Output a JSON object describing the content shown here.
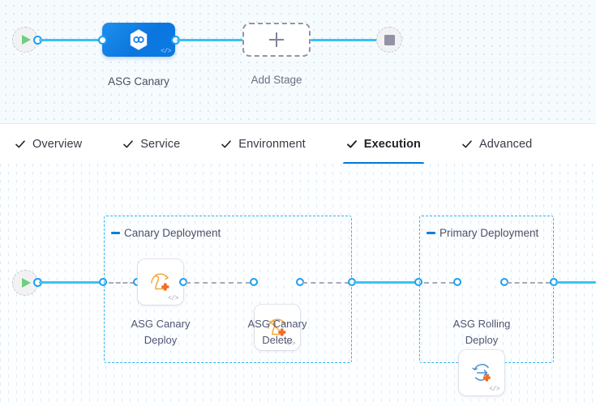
{
  "colors": {
    "accent_blue": "#0278d5",
    "link_blue": "#39c2f3",
    "dot_blue": "#1c9ff0",
    "group_border": "#2fb2f0",
    "stage_gradient_from": "#1f8fea",
    "stage_gradient_to": "#0b76e0",
    "aws_orange": "#f5a623",
    "plus_orange": "#ed7117",
    "play_green": "#6fcf7e",
    "stop_grey": "#9193a5",
    "canvas_top_bg": "#f6fbfe",
    "canvas_bottom_bg": "#fdfeff"
  },
  "stage_canvas": {
    "start_node": {
      "name": "pipeline-start",
      "icon": "play-icon"
    },
    "stop_node": {
      "name": "pipeline-stop",
      "icon": "stop-icon"
    },
    "stages": [
      {
        "id": "asg-canary",
        "label": "ASG Canary",
        "icon": "harness-hexagon-icon",
        "code_mark": "</>",
        "selected": true
      },
      {
        "id": "add-stage",
        "label": "Add Stage",
        "icon": "plus-icon",
        "selected": false
      }
    ]
  },
  "tabs": [
    {
      "id": "overview",
      "label": "Overview",
      "icon": "check-icon",
      "active": false
    },
    {
      "id": "service",
      "label": "Service",
      "icon": "check-icon",
      "active": false
    },
    {
      "id": "environment",
      "label": "Environment",
      "icon": "check-icon",
      "active": false
    },
    {
      "id": "execution",
      "label": "Execution",
      "icon": "check-icon",
      "active": true
    },
    {
      "id": "advanced",
      "label": "Advanced",
      "icon": "check-icon",
      "active": false
    }
  ],
  "execution": {
    "start_node": {
      "name": "execution-start",
      "icon": "play-icon"
    },
    "groups": [
      {
        "id": "canary-deployment",
        "label": "Canary Deployment",
        "collapse_icon": "collapse-bar-icon",
        "steps": [
          {
            "id": "asg-canary-deploy",
            "label_line1": "ASG Canary",
            "label_line2": "Deploy",
            "icon": "asg-canary-deploy-icon",
            "code_mark": "</>"
          },
          {
            "id": "asg-canary-delete",
            "label_line1": "ASG Canary",
            "label_line2": "Delete",
            "icon": "asg-canary-delete-icon",
            "code_mark": "</>"
          }
        ]
      },
      {
        "id": "primary-deployment",
        "label": "Primary Deployment",
        "collapse_icon": "collapse-bar-icon",
        "steps": [
          {
            "id": "asg-rolling-deploy",
            "label_line1": "ASG Rolling",
            "label_line2": "Deploy",
            "icon": "asg-rolling-deploy-icon",
            "code_mark": "</>"
          }
        ]
      }
    ]
  }
}
